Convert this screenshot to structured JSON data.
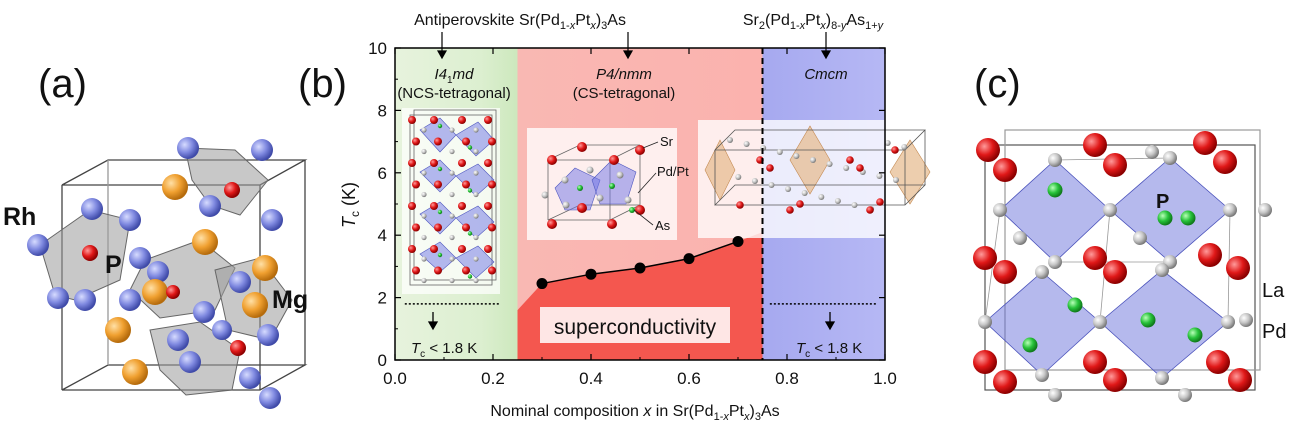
{
  "panels": {
    "a": {
      "label": "(a)",
      "atoms": [
        "Rh",
        "P",
        "Mg"
      ]
    },
    "b": {
      "label": "(b)"
    },
    "c": {
      "label": "(c)",
      "atoms": [
        "P",
        "La",
        "Pd"
      ]
    }
  },
  "chart_data": {
    "type": "line",
    "x": [
      0.3,
      0.4,
      0.5,
      0.6,
      0.7
    ],
    "series": [
      {
        "values": [
          2.45,
          2.75,
          2.95,
          3.25,
          3.8
        ]
      }
    ],
    "xlabel_parts": [
      "Nominal composition ",
      "x",
      " in Sr(Pd",
      "1-",
      "x",
      "Pt",
      "x",
      ")",
      "3",
      "As"
    ],
    "ylabel_parts": [
      "T",
      "c",
      " (K)"
    ],
    "xlim": [
      0.0,
      1.0
    ],
    "ylim": [
      0,
      10
    ],
    "xticks": [
      "0.0",
      "0.2",
      "0.4",
      "0.6",
      "0.8",
      "1.0"
    ],
    "yticks": [
      "0",
      "2",
      "4",
      "6",
      "8",
      "10"
    ],
    "phase_boundaries": [
      0.25,
      0.75
    ],
    "top_labels": {
      "left_parts": [
        "Antiperovskite Sr(Pd",
        "1-",
        "x",
        "Pt",
        "x",
        ")",
        "3",
        "As"
      ],
      "right_parts": [
        "Sr",
        "2",
        "(Pd",
        "1-",
        "x",
        "Pt",
        "x",
        ")",
        "8-",
        "y",
        "As",
        "1+",
        "y"
      ]
    },
    "regions": [
      {
        "group": "I4",
        "sub": "1",
        "tail": "md",
        "desc": "(NCS-tetragonal)",
        "color": "#dcefd0"
      },
      {
        "group": "P4/nmm",
        "desc": "(CS-tetragonal)",
        "color": "#f9b2ad"
      },
      {
        "group": "Cmcm",
        "desc": "",
        "color": "#a9acf0"
      }
    ],
    "structure_labels": [
      "Sr",
      "Pd/Pt",
      "As"
    ],
    "superconductivity_label": "superconductivity",
    "bound_parts": [
      "T",
      "c",
      " < 1.8 K"
    ],
    "bound_y": 1.8,
    "colors": {
      "sc_fill": "#f4574f",
      "line": "#000000",
      "marker": "#000000"
    }
  }
}
